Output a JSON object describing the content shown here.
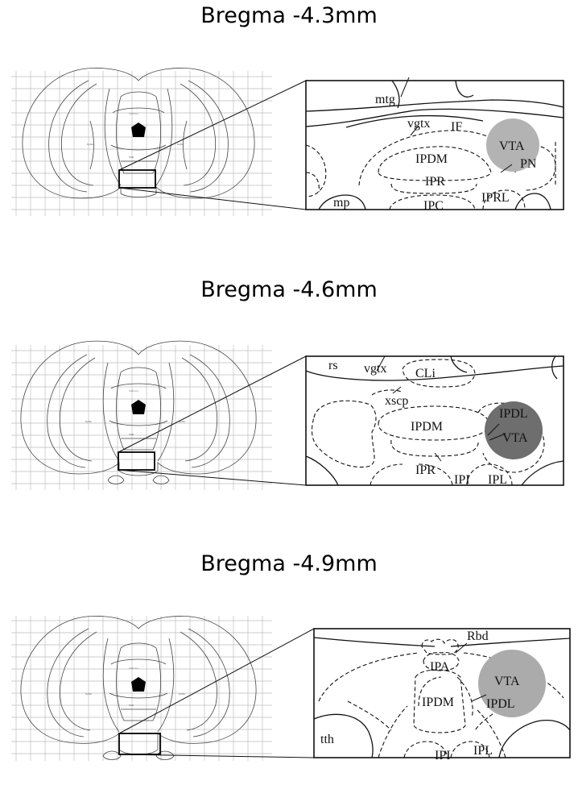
{
  "panels": [
    {
      "title": "Bregma -4.3mm",
      "lesion_color": "#b3b3b3",
      "regions": [
        "mtg",
        "vgtx",
        "IF",
        "VTA",
        "PN",
        "IPDM",
        "IPR",
        "IPRL",
        "mp",
        "IPC"
      ]
    },
    {
      "title": "Bregma -4.6mm",
      "lesion_color": "#6e6e6e",
      "regions": [
        "rs",
        "vgtx",
        "CLi",
        "xscp",
        "IPDM",
        "IPDL",
        "VTA",
        "IPR",
        "IPI",
        "IPL"
      ]
    },
    {
      "title": "Bregma -4.9mm",
      "lesion_color": "#ababab",
      "regions": [
        "Rbd",
        "IPA",
        "VTA",
        "IPDM",
        "IPDL",
        "tth",
        "IPI",
        "IPL"
      ]
    }
  ]
}
